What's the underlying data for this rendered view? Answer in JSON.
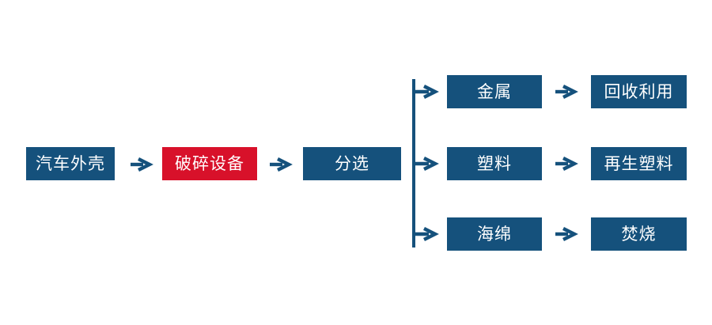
{
  "flow": {
    "main_sequence": [
      {
        "id": "car-shell",
        "label": "汽车外壳",
        "color": "blue"
      },
      {
        "id": "crusher",
        "label": "破碎设备",
        "color": "red"
      },
      {
        "id": "sorting",
        "label": "分选",
        "color": "blue"
      }
    ],
    "branches": [
      {
        "material": {
          "label": "金属"
        },
        "result": {
          "label": "回收利用"
        }
      },
      {
        "material": {
          "label": "塑料"
        },
        "result": {
          "label": "再生塑料"
        }
      },
      {
        "material": {
          "label": "海绵"
        },
        "result": {
          "label": "焚烧"
        }
      }
    ]
  },
  "colors": {
    "node_blue": "#15517C",
    "node_red": "#D8112A",
    "node_text": "#FFFFFF",
    "background": "#FFFFFF"
  }
}
